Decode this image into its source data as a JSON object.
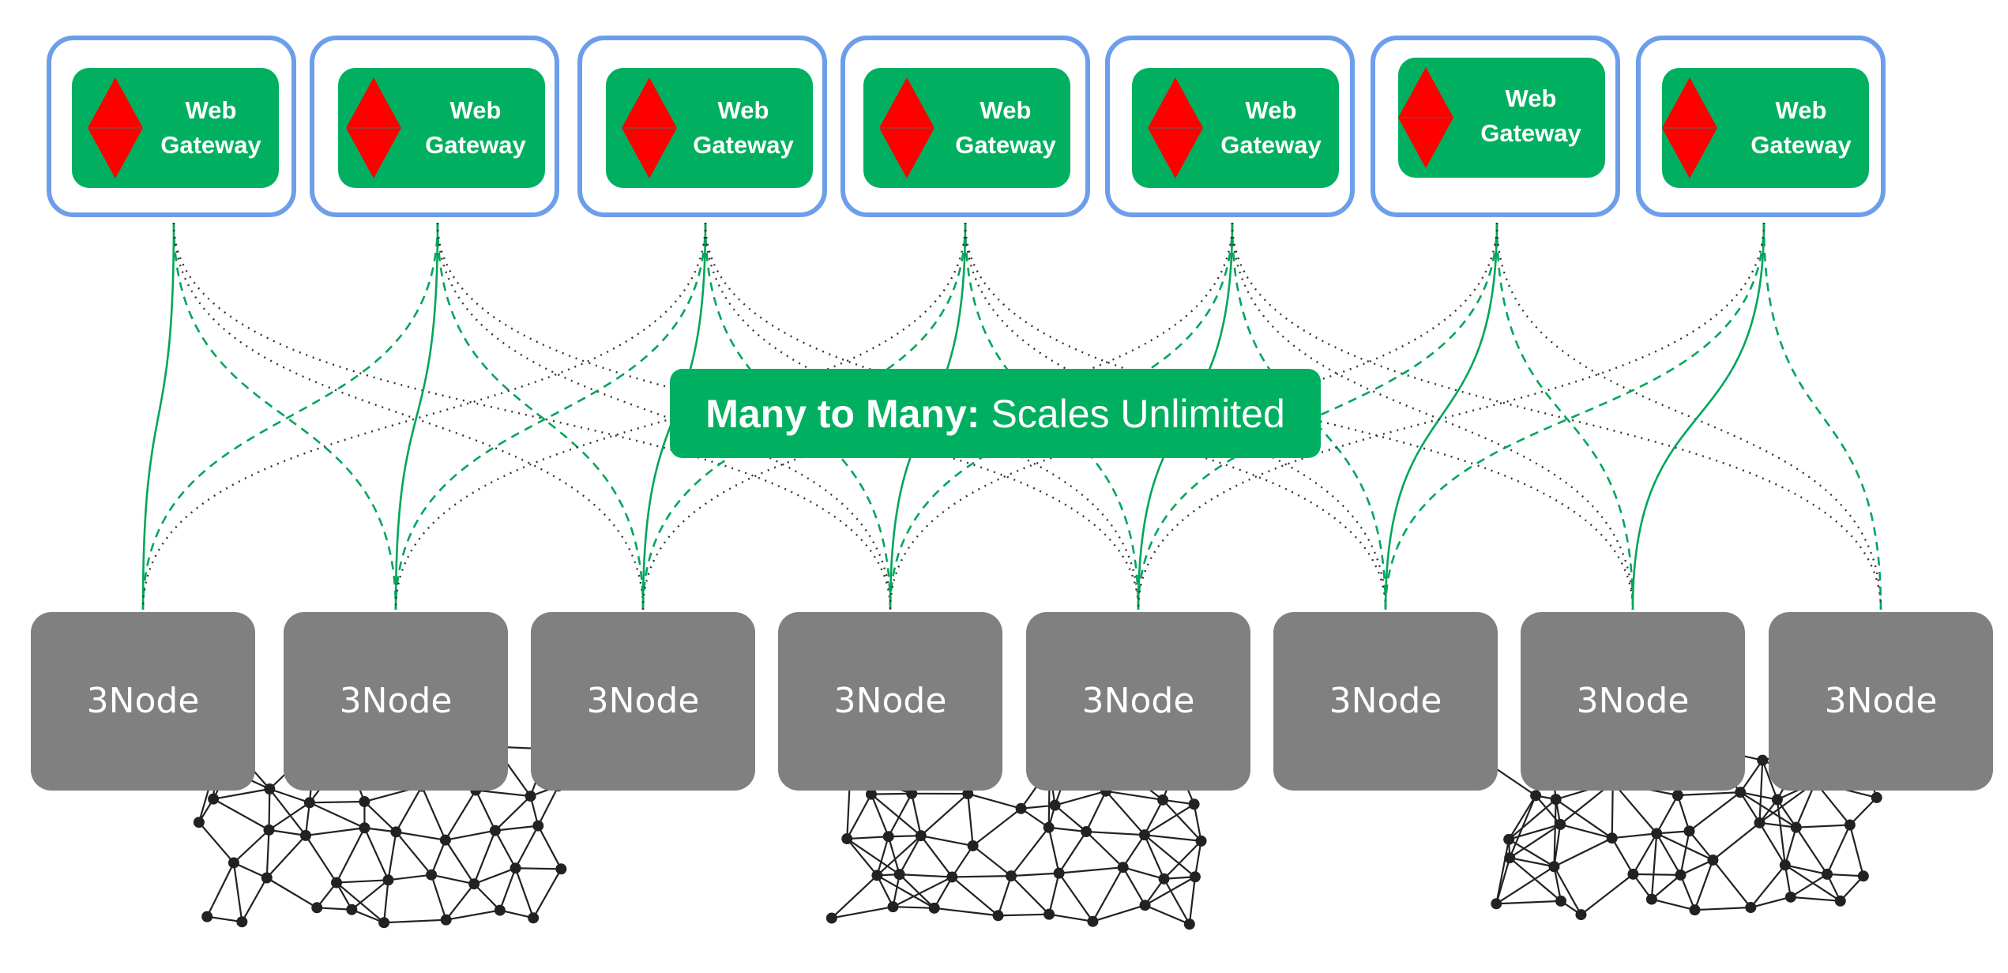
{
  "gateways": [
    {
      "line1": "Web",
      "line2": "Gateway"
    },
    {
      "line1": "Web",
      "line2": "Gateway"
    },
    {
      "line1": "Web",
      "line2": "Gateway"
    },
    {
      "line1": "Web",
      "line2": "Gateway"
    },
    {
      "line1": "Web",
      "line2": "Gateway"
    },
    {
      "line1": "Web",
      "line2": "Gateway"
    },
    {
      "line1": "Web",
      "line2": "Gateway"
    }
  ],
  "nodes": [
    {
      "label": "3Node"
    },
    {
      "label": "3Node"
    },
    {
      "label": "3Node"
    },
    {
      "label": "3Node"
    },
    {
      "label": "3Node"
    },
    {
      "label": "3Node"
    },
    {
      "label": "3Node"
    },
    {
      "label": "3Node"
    }
  ],
  "callout": {
    "bold": "Many to Many:",
    "rest": "Scales Unlimited"
  },
  "colors": {
    "frame": "#6d9eeb",
    "gateway_card": "#00b060",
    "gateway_icon": "#ff0000",
    "node": "#808080",
    "connection_solid": "#00a65a",
    "connection_dashed": "#00a65a",
    "connection_dotted": "#333333",
    "mesh": "#222222"
  },
  "icons": {
    "gateway": "red-diamond-icon"
  }
}
